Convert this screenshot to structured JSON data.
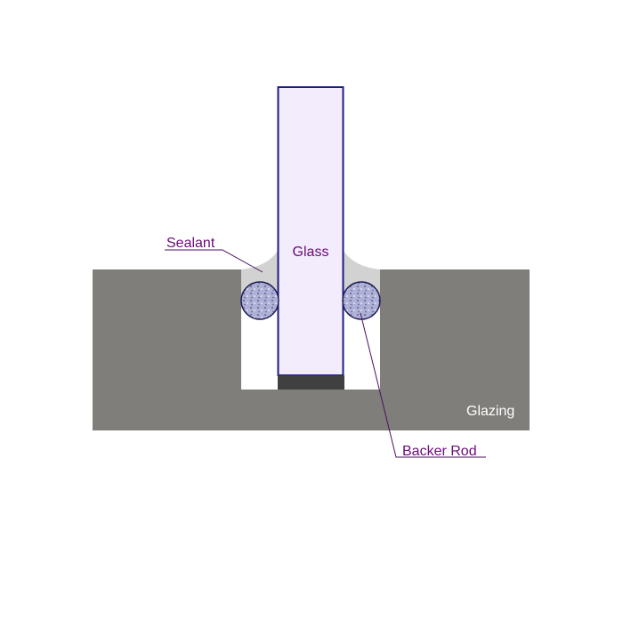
{
  "labels": {
    "glass": "Glass",
    "sealant": "Sealant",
    "backer_rod": "Backer Rod",
    "glazing": "Glazing"
  },
  "colors": {
    "frame": "#807e7a",
    "glass_fill": "#f3ecfc",
    "glass_stroke": "#1c1c80",
    "setting_block": "#404040",
    "sealant": "#d2d2d2",
    "backer_rod": "#a9abd0",
    "label": "#6a0a78"
  }
}
